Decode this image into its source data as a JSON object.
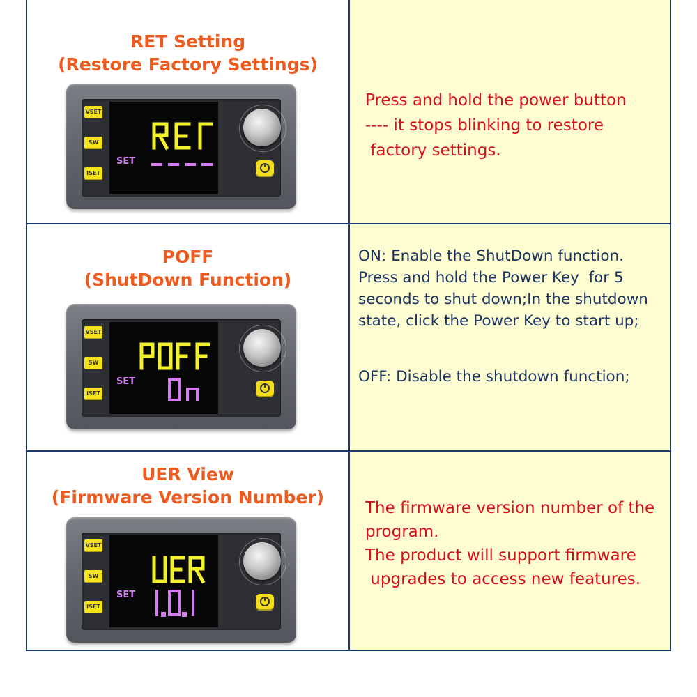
{
  "device": {
    "keys": [
      "VSET",
      "SW",
      "ISET"
    ],
    "set_label": "SET"
  },
  "rows": [
    {
      "title_line1": "RET Setting",
      "title_line2": "(Restore Factory Settings)",
      "display_main": "RET",
      "display_sub": "----",
      "description": [
        "Press and hold the power button",
        "---- it stops blinking to restore",
        " factory settings."
      ]
    },
    {
      "title_line1": "POFF",
      "title_line2": "(ShutDown Function)",
      "display_main": "POFF",
      "display_sub": "On",
      "description": [
        "ON: Enable the ShutDown function.",
        "Press and hold the Power Key  for 5",
        "seconds to shut down;In the shutdown",
        "state, click the Power Key to start up;"
      ],
      "description_extra": "OFF: Disable the shutdown function;"
    },
    {
      "title_line1": "UER View",
      "title_line2": "(Firmware Version Number)",
      "display_main": "UER",
      "display_sub": "1.0.1",
      "description": [
        "The firmware version number of the",
        "program.",
        "The product will support firmware",
        " upgrades to access new features."
      ]
    }
  ],
  "colors": {
    "title": "#ec5b1f",
    "desc_red": "#d4111b",
    "desc_navy": "#1c3664",
    "right_bg": "#fefcd1",
    "border": "#1e3a6b",
    "lcd_yellow": "#f2f02a",
    "lcd_purple": "#d27cf0"
  }
}
